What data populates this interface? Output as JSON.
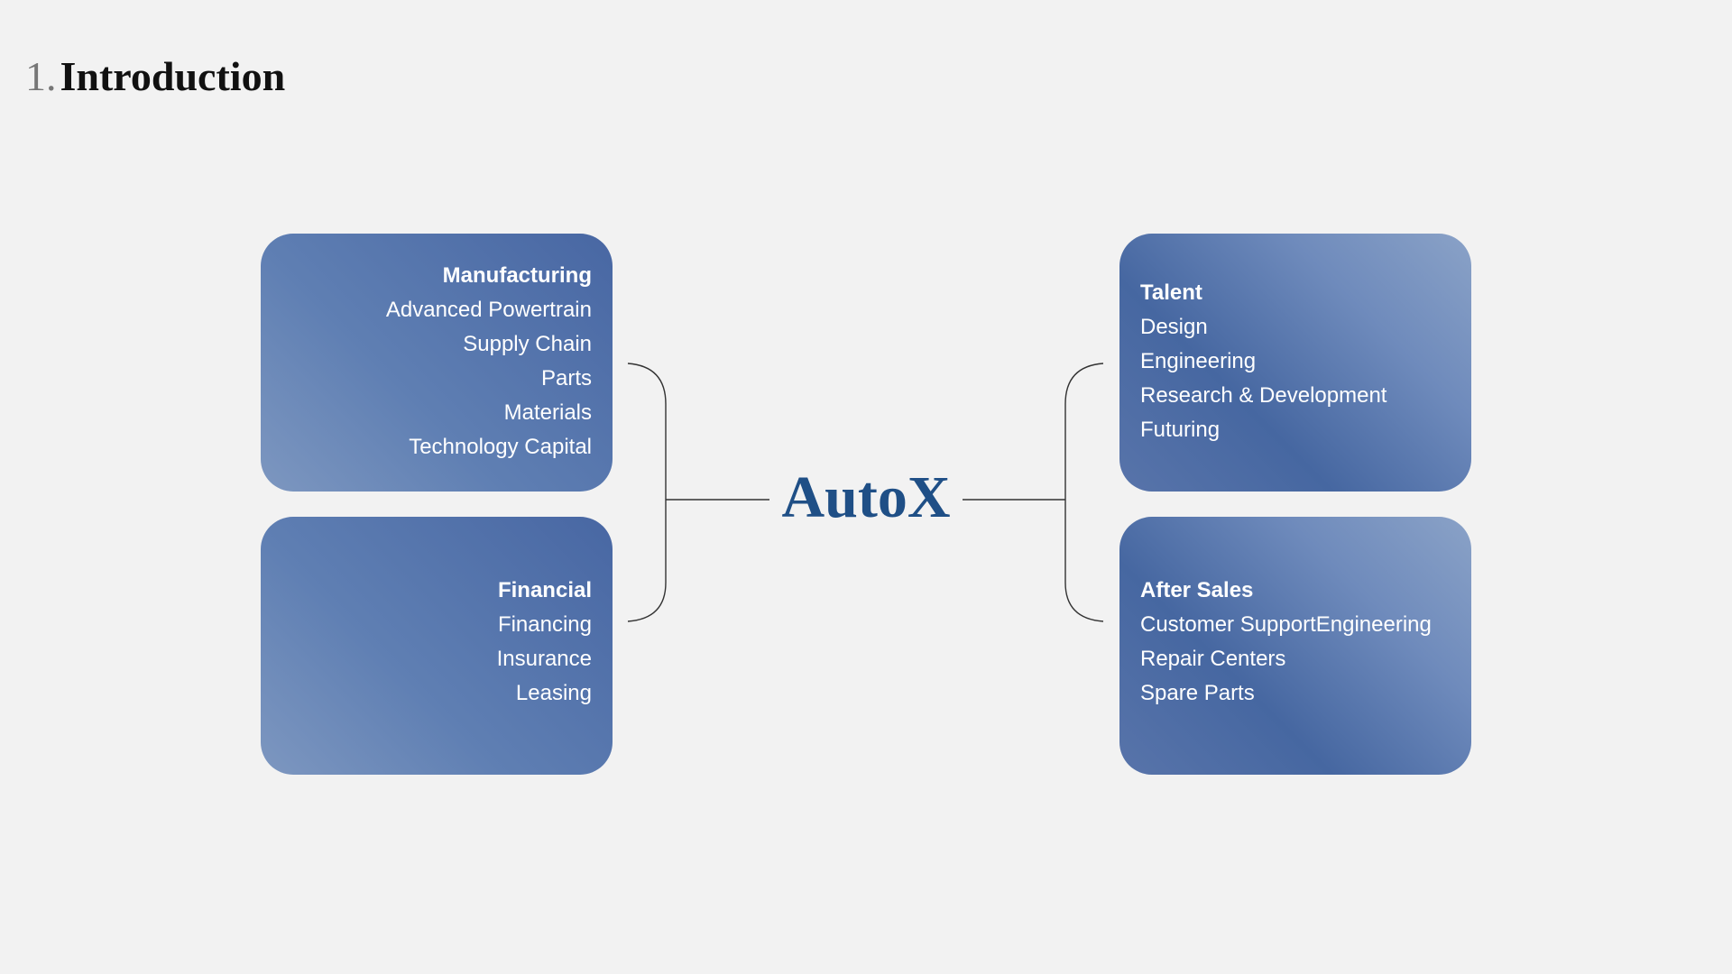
{
  "header": {
    "number": "1.",
    "title": "Introduction"
  },
  "center": {
    "label": "AutoX",
    "color": "#1f4f86"
  },
  "cards": {
    "manufacturing": {
      "title": "Manufacturing",
      "items": [
        "Advanced Powertrain",
        "Supply Chain",
        "Parts",
        "Materials",
        "Technology Capital"
      ]
    },
    "financial": {
      "title": "Financial",
      "items": [
        "Financing",
        "Insurance",
        "Leasing"
      ]
    },
    "talent": {
      "title": "Talent",
      "items": [
        "Design",
        "Engineering",
        "Research & Development",
        "Futuring"
      ]
    },
    "after_sales": {
      "title": "After Sales",
      "items": [
        "Customer SupportEngineering",
        "Repair Centers",
        "Spare Parts"
      ]
    }
  },
  "colors": {
    "background": "#f2f2f2",
    "card_blue": "#4867a3",
    "connector": "#333333"
  }
}
